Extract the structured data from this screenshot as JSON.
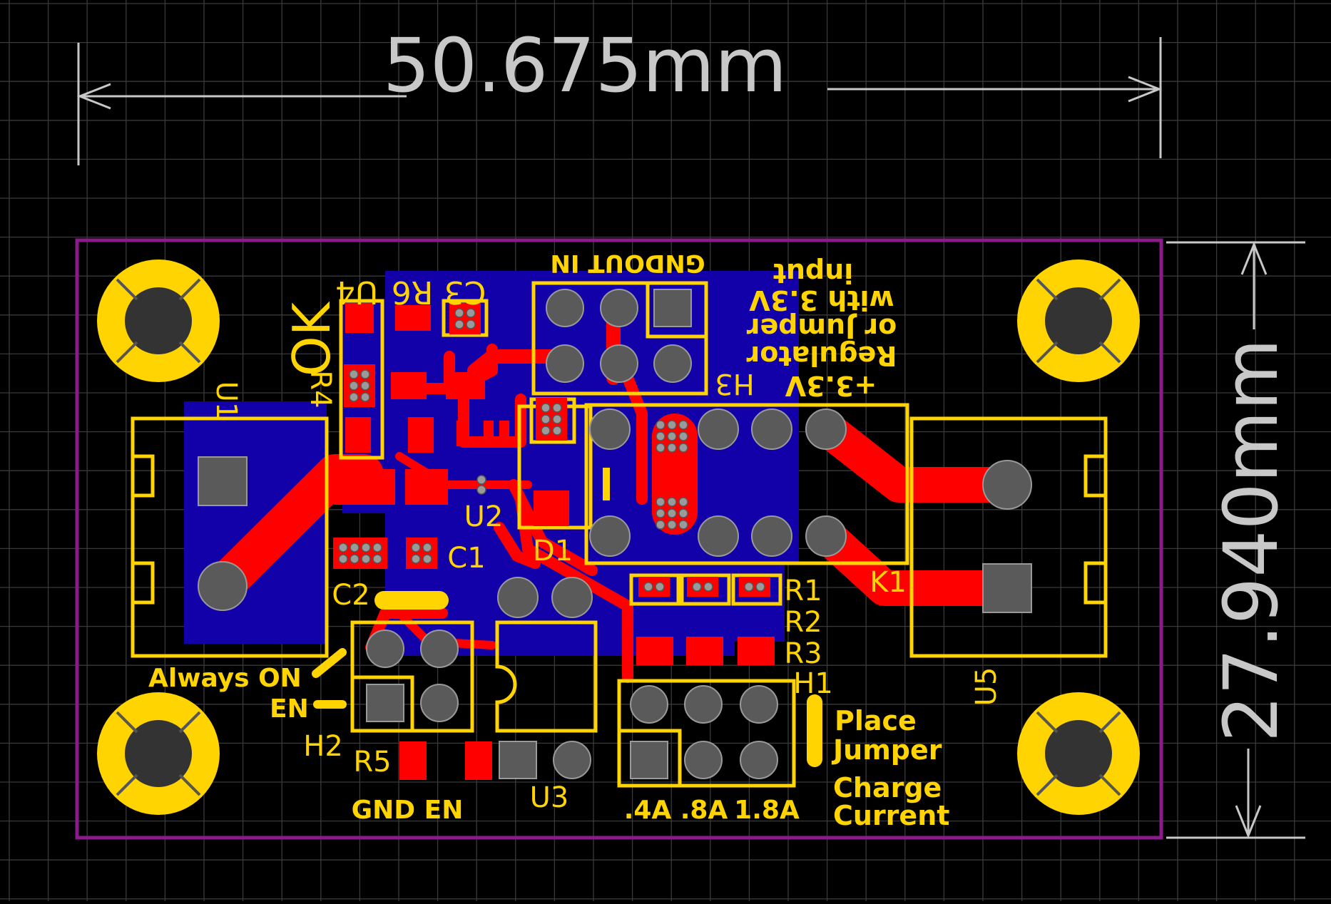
{
  "dimensions": {
    "width_label": "50.675mm",
    "height_label": "27.940mm"
  },
  "colors": {
    "background": "#000000",
    "grid": "#3a3a3a",
    "outline": "#8B1A8B",
    "silkscreen": "#FFD400",
    "copper_top": "#FF0000",
    "copper_bottom": "#1200A8",
    "pad": "#5a5a5a",
    "dimension": "#C8C8C8"
  },
  "designators": {
    "u1": "U1",
    "u2": "U2",
    "u3": "U3",
    "u4": "U4",
    "u5": "U5",
    "r1": "R1",
    "r2": "R2",
    "r3": "R3",
    "r4": "R4",
    "r5": "R5",
    "r6": "R6",
    "c1": "C1",
    "c2": "C2",
    "c3": "C3",
    "d1": "D1",
    "h1": "H1",
    "h2": "H2",
    "h3": "H3",
    "k1": "K1"
  },
  "labels": {
    "ok": "OK",
    "gnd_out_in": "GNDOUT IN",
    "note_line1": "+3.3V",
    "note_line2": "Regulator",
    "note_line3": "or Jumper",
    "note_line4": "with 3.3V",
    "note_line5": "input",
    "always_on": "Always ON",
    "en": "EN",
    "gnd_en": "GND EN",
    "current_04": ".4A",
    "current_08": ".8A",
    "current_18": "1.8A",
    "place": "Place",
    "jumper": "Jumper",
    "charge": "Charge",
    "current": "Current"
  }
}
